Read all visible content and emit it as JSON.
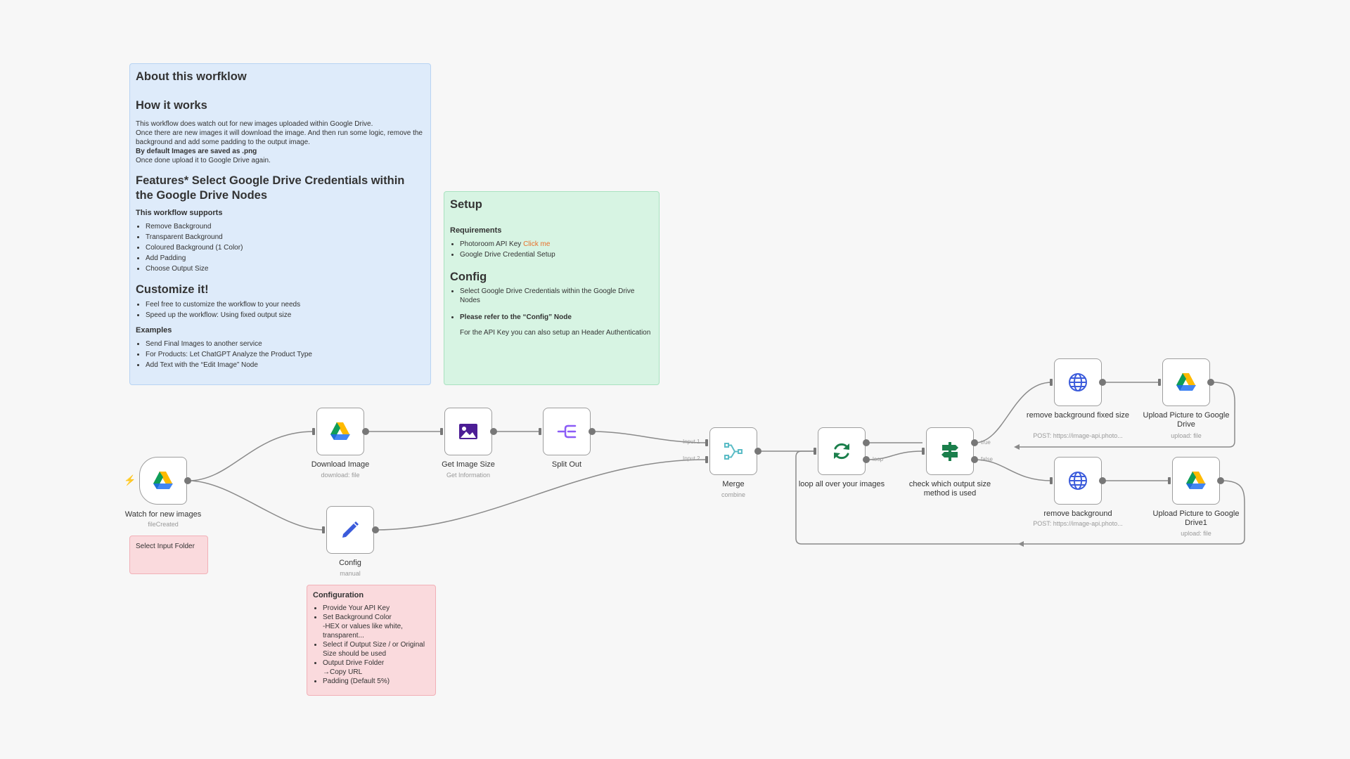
{
  "notes": {
    "about": {
      "title": "About this worfklow",
      "how_title": "How it works",
      "how_lines": [
        "This workflow does watch out for new images uploaded within Google Drive.",
        "Once there are new images it will download the image. And then run some logic, remove the background and add some padding to the output image.",
        "By default Images are saved as .png",
        "Once done upload it to Google Drive again."
      ],
      "features_title": "Features* Select Google Drive Credentials within the Google Drive Nodes",
      "supports_title": "This workflow supports",
      "supports": [
        "Remove Background",
        "Transparent Background",
        "Coloured Background (1 Color)",
        "Add Padding",
        "Choose Output Size"
      ],
      "customize_title": "Customize it!",
      "customize": [
        "Feel free to customize the workflow to your needs",
        "Speed up the workflow: Using fixed output size"
      ],
      "examples_title": "Examples",
      "examples": [
        "Send Final Images to another service",
        "For Products: Let ChatGPT Analyze the Product Type",
        "Add Text with the “Edit Image” Node"
      ]
    },
    "setup": {
      "title": "Setup",
      "req_title": "Requirements",
      "req_1": "Photoroom API Key",
      "req_1_link": "Click me",
      "req_2": "Google Drive Credential Setup",
      "config_title": "Config",
      "config_1": "Select Google Drive Credentials within the Google Drive Nodes",
      "config_2": "Please refer to the “Config” Node",
      "config_3": "For the API Key you can also setup an Header Authentication"
    },
    "input_folder": {
      "text": "Select Input Folder"
    },
    "configuration": {
      "title": "Configuration",
      "items": [
        "Provide Your API Key",
        "Set Background Color",
        "-HEX or values like white, transparent...",
        "Select if Output Size / or Original Size should be used",
        "Output Drive Folder",
        "→Copy URL",
        "Padding (Default 5%)"
      ]
    }
  },
  "nodes": {
    "watch": {
      "label": "Watch for new images",
      "sub": "fileCreated",
      "icon": "google-drive-icon"
    },
    "download": {
      "label": "Download Image",
      "sub": "download: file",
      "icon": "google-drive-icon"
    },
    "getsize": {
      "label": "Get Image Size",
      "sub": "Get Information",
      "icon": "image-icon"
    },
    "split": {
      "label": "Split Out",
      "sub": "",
      "icon": "split-out-icon"
    },
    "config": {
      "label": "Config",
      "sub": "manual",
      "icon": "pencil-icon"
    },
    "merge": {
      "label": "Merge",
      "sub": "combine",
      "icon": "merge-icon",
      "input_1": "Input 1",
      "input_2": "Input 2"
    },
    "loop": {
      "label": "loop all over your images",
      "sub": "",
      "icon": "loop-icon",
      "out_loop": "loop"
    },
    "check": {
      "label": "check which output size method is used",
      "sub": "",
      "icon": "signpost-icon",
      "out_true": "true",
      "out_false": "false"
    },
    "rbfixed": {
      "label": "remove background fixed size",
      "sub": "POST: https://image-api.photo...",
      "icon": "globe-icon"
    },
    "upload1": {
      "label": "Upload Picture to Google Drive",
      "sub": "upload: file",
      "icon": "google-drive-icon"
    },
    "rb": {
      "label": "remove background",
      "sub": "POST: https://image-api.photo...",
      "icon": "globe-icon"
    },
    "upload2": {
      "label": "Upload Picture to Google Drive1",
      "sub": "upload: file",
      "icon": "google-drive-icon"
    }
  },
  "colors": {
    "canvas": "#f7f7f7",
    "edge": "#8a8a8a",
    "trigger_bolt": "#ff5a4d",
    "link": "#e8702a"
  }
}
